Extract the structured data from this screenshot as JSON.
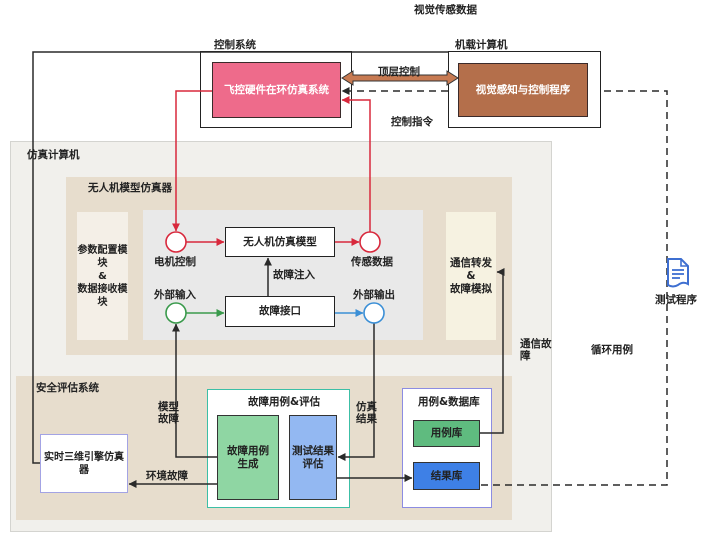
{
  "diagram": {
    "visual_sensor_data_label": "视觉传感数据",
    "control_system": {
      "label": "控制系统",
      "hil_simulation": "飞控硬件在环仿真系统"
    },
    "onboard_computer": {
      "label": "机载计算机",
      "perception_control_program": "视觉感知与控制程序"
    },
    "top_level_control_label": "顶层控制",
    "control_command_label": "控制指令",
    "simulation_computer": {
      "label": "仿真计算机",
      "uav_model_simulator": {
        "label": "无人机模型仿真器",
        "config_module_lines": [
          "参数配置模块",
          "&",
          "数据接收模块"
        ],
        "uav_model": "无人机仿真模型",
        "fault_interface": "故障接口",
        "motor_control_label": "电机控制",
        "sensor_data_label": "传感数据",
        "fault_injection_label": "故障注入",
        "external_input_label": "外部输入",
        "external_output_label": "外部输出",
        "comm_module_lines": [
          "通信转发",
          "&",
          "故障模拟"
        ]
      },
      "safety_evaluation_system": {
        "label": "安全评估系统",
        "realtime_3d_engine": "实时三维引擎仿真器",
        "fault_case_eval": {
          "label": "故障用例&评估",
          "case_generation": "故障用例生成",
          "result_evaluation": "测试结果评估"
        },
        "case_database": {
          "label": "用例&数据库",
          "case_library": "用例库",
          "result_library": "结果库"
        },
        "model_fault_label": "模型故障",
        "sim_result_label": "仿真结果",
        "environment_fault_label": "环境故障"
      }
    },
    "comm_fault_label": "通信故障",
    "loop_case_label": "循环用例",
    "test_program": {
      "label": "测试程序",
      "icon": "document-icon"
    }
  },
  "colors": {
    "hil_box": "#ee6b8b",
    "program_box": "#b46f4b",
    "top_level_arrow": "#c77a52",
    "simulation_computer_bg": "#f1f0ec",
    "simulator_bg": "#e7ddcd",
    "core_panel_bg": "#e9e9e9",
    "config_module_bg": "#f4efe7",
    "comm_module_bg": "#f6f2e1",
    "safety_bg": "#e7ddcd",
    "fault_eval_border": "#3cbfa6",
    "database_border": "#8c8ce2",
    "engine_border": "#a3a3e4",
    "case_generation_bg": "#8fd6a3",
    "result_evaluation_bg": "#93b8f2",
    "case_library_bg": "#5fbb7f",
    "result_library_bg": "#3e80e6",
    "control_link": "#d8283c",
    "external_input_link": "#3a9a4c",
    "external_output_link": "#3b8fd6",
    "neutral_link": "#2a2a2a",
    "doc_icon": "#3e6fd1"
  }
}
